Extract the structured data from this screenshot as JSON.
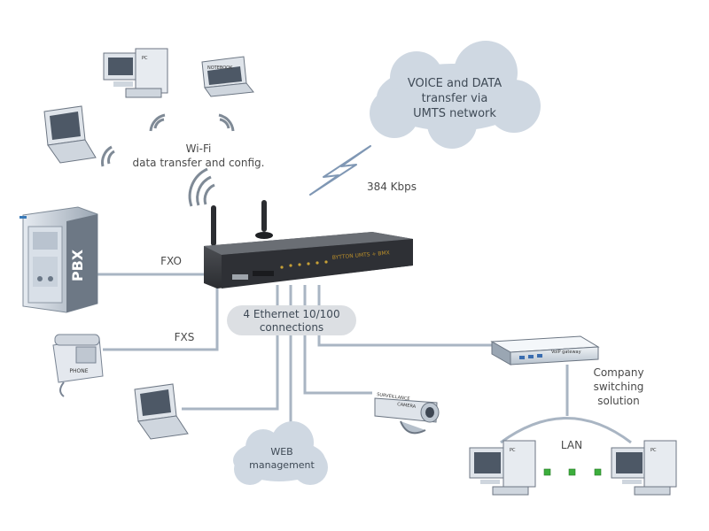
{
  "clouds": {
    "umts": [
      "VOICE  and DATA",
      "transfer via",
      "UMTS network"
    ],
    "web": [
      "WEB",
      "management"
    ]
  },
  "labels": {
    "wifi": [
      "Wi-Fi",
      "data transfer and config."
    ],
    "speed": "384 Kbps",
    "fxo": "FXO",
    "fxs": "FXS",
    "ethernet": [
      "4 Ethernet 10/100",
      "connections"
    ],
    "company": [
      "Company",
      "switching",
      "solution"
    ],
    "lan": "LAN"
  },
  "device_text": {
    "router": "BYTTON UMTS + BMX",
    "pbx": "PBX",
    "pc": "PC",
    "notebook": "NOTEBOOK",
    "phone": "PHONE",
    "camera": [
      "SURVEILLANCE",
      "CAMERA"
    ],
    "switch": "VoIP gateway"
  },
  "colors": {
    "line": "#a9b5c3",
    "cloud": "#cfd8e2",
    "device_dark": "#3b3f44",
    "accent_green": "#3cae3c"
  },
  "icons": [
    "wifi-icon",
    "lightning-icon",
    "antenna-icon"
  ]
}
